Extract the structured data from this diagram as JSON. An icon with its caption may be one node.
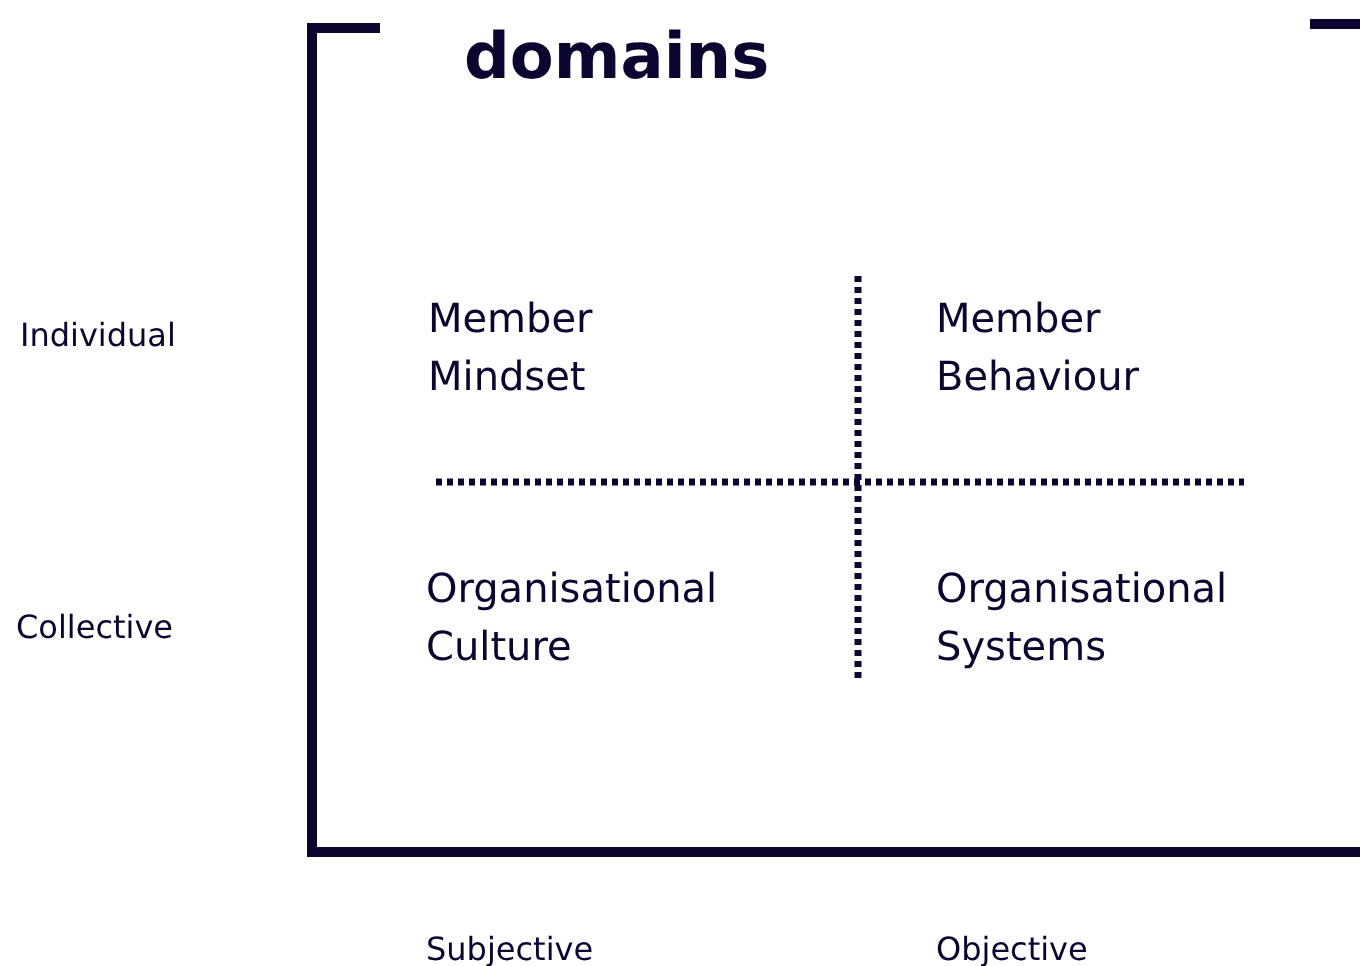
{
  "diagram": {
    "title": "domains",
    "labels": [
      "Member Mindset",
      "Member Behaviour",
      "Individual",
      "Organisational Culture",
      "Organisational Systems",
      "Collective",
      "Subjective",
      "Objective"
    ]
  }
}
